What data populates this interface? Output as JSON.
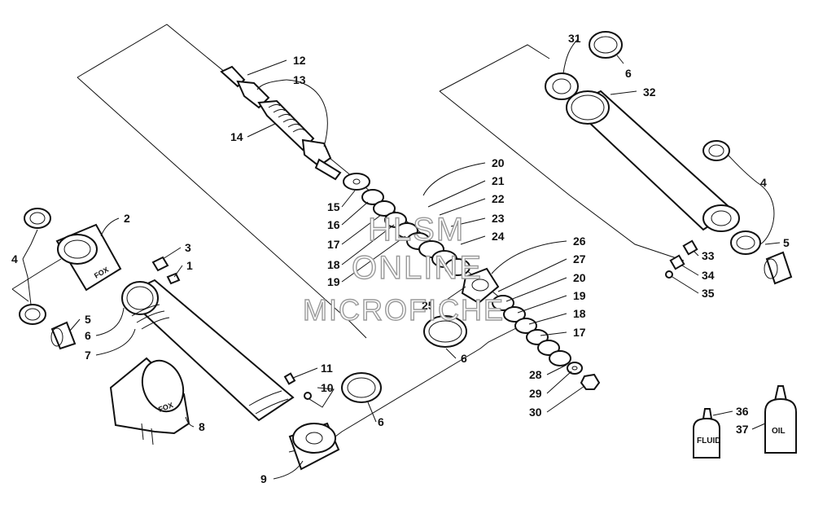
{
  "watermark": {
    "line1": "HLSM",
    "line2": "ONLINE",
    "line3": "MICROFICHE"
  },
  "bottles": {
    "fluid_label": "FLUID",
    "oil_label": "OIL"
  },
  "logo_text": "FOX",
  "callouts": [
    {
      "id": "c12",
      "text": "12"
    },
    {
      "id": "c13",
      "text": "13"
    },
    {
      "id": "c14",
      "text": "14"
    },
    {
      "id": "c31",
      "text": "31"
    },
    {
      "id": "c6a",
      "text": "6"
    },
    {
      "id": "c32",
      "text": "32"
    },
    {
      "id": "c20a",
      "text": "20"
    },
    {
      "id": "c21",
      "text": "21"
    },
    {
      "id": "c22",
      "text": "22"
    },
    {
      "id": "c23",
      "text": "23"
    },
    {
      "id": "c24",
      "text": "24"
    },
    {
      "id": "c15",
      "text": "15"
    },
    {
      "id": "c16",
      "text": "16"
    },
    {
      "id": "c17a",
      "text": "17"
    },
    {
      "id": "c18a",
      "text": "18"
    },
    {
      "id": "c19a",
      "text": "19"
    },
    {
      "id": "c26",
      "text": "26"
    },
    {
      "id": "c27",
      "text": "27"
    },
    {
      "id": "c20b",
      "text": "20"
    },
    {
      "id": "c19b",
      "text": "19"
    },
    {
      "id": "c18b",
      "text": "18"
    },
    {
      "id": "c17b",
      "text": "17"
    },
    {
      "id": "c25",
      "text": "25"
    },
    {
      "id": "c6b",
      "text": "6"
    },
    {
      "id": "c28",
      "text": "28"
    },
    {
      "id": "c29",
      "text": "29"
    },
    {
      "id": "c30",
      "text": "30"
    },
    {
      "id": "c2",
      "text": "2"
    },
    {
      "id": "c4a",
      "text": "4"
    },
    {
      "id": "c3",
      "text": "3"
    },
    {
      "id": "c1",
      "text": "1"
    },
    {
      "id": "c5a",
      "text": "5"
    },
    {
      "id": "c6c",
      "text": "6"
    },
    {
      "id": "c7",
      "text": "7"
    },
    {
      "id": "c11",
      "text": "11"
    },
    {
      "id": "c10",
      "text": "10"
    },
    {
      "id": "c6d",
      "text": "6"
    },
    {
      "id": "c8",
      "text": "8"
    },
    {
      "id": "c9",
      "text": "9"
    },
    {
      "id": "c4b",
      "text": "4"
    },
    {
      "id": "c5b",
      "text": "5"
    },
    {
      "id": "c33",
      "text": "33"
    },
    {
      "id": "c34",
      "text": "34"
    },
    {
      "id": "c35",
      "text": "35"
    },
    {
      "id": "c36",
      "text": "36"
    },
    {
      "id": "c37",
      "text": "37"
    }
  ]
}
